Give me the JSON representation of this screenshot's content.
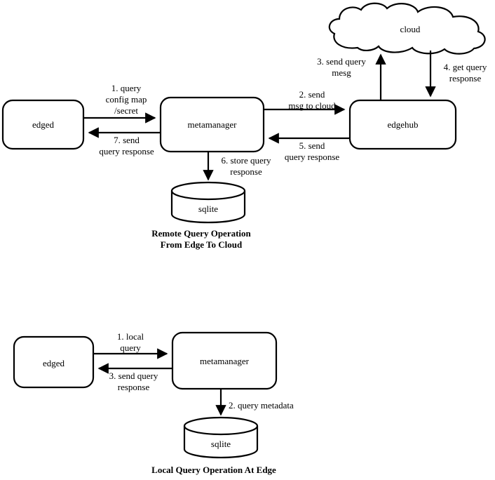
{
  "figure": {
    "background": "#ffffff",
    "stroke_color": "#000000",
    "text_color": "#000000"
  },
  "diagrams": [
    {
      "id": "remote-query",
      "caption_lines": [
        "Remote Query Operation",
        "From Edge To Cloud"
      ],
      "nodes": [
        {
          "id": "edged",
          "label": "edged",
          "shape": "rounded-box"
        },
        {
          "id": "metamanager",
          "label": "metamanager",
          "shape": "rounded-box"
        },
        {
          "id": "edgehub",
          "label": "edgehub",
          "shape": "rounded-box"
        },
        {
          "id": "cloud",
          "label": "cloud",
          "shape": "cloud"
        },
        {
          "id": "sqlite",
          "label": "sqlite",
          "shape": "cylinder"
        }
      ],
      "edges": [
        {
          "id": "e1",
          "from": "edged",
          "to": "metamanager",
          "label_lines": [
            "1. query",
            "config map",
            "/secret"
          ]
        },
        {
          "id": "e2",
          "from": "metamanager",
          "to": "edgehub",
          "label_lines": [
            "2. send",
            "msg to cloud"
          ]
        },
        {
          "id": "e3",
          "from": "edgehub",
          "to": "cloud",
          "label_lines": [
            "3. send query",
            "mesg"
          ]
        },
        {
          "id": "e4",
          "from": "cloud",
          "to": "edgehub",
          "label_lines": [
            "4. get query",
            "response"
          ]
        },
        {
          "id": "e5",
          "from": "edgehub",
          "to": "metamanager",
          "label_lines": [
            "5. send",
            "query response"
          ]
        },
        {
          "id": "e6",
          "from": "metamanager",
          "to": "sqlite",
          "label_lines": [
            "6. store query",
            "response"
          ]
        },
        {
          "id": "e7",
          "from": "metamanager",
          "to": "edged",
          "label_lines": [
            "7. send",
            "query response"
          ]
        }
      ]
    },
    {
      "id": "local-query",
      "caption_lines": [
        "Local Query Operation At Edge"
      ],
      "nodes": [
        {
          "id": "edged2",
          "label": "edged",
          "shape": "rounded-box"
        },
        {
          "id": "metamanager2",
          "label": "metamanager",
          "shape": "rounded-box"
        },
        {
          "id": "sqlite2",
          "label": "sqlite",
          "shape": "cylinder"
        }
      ],
      "edges": [
        {
          "id": "l1",
          "from": "edged2",
          "to": "metamanager2",
          "label_lines": [
            "1. local",
            "query"
          ]
        },
        {
          "id": "l2",
          "from": "metamanager2",
          "to": "sqlite2",
          "label_lines": [
            "2. query metadata"
          ]
        },
        {
          "id": "l3",
          "from": "metamanager2",
          "to": "edged2",
          "label_lines": [
            "3. send query",
            "response"
          ]
        }
      ]
    }
  ],
  "labels": {
    "top": {
      "edged": "edged",
      "metamanager": "metamanager",
      "edgehub": "edgehub",
      "cloud": "cloud",
      "sqlite": "sqlite",
      "e1_l1": "1. query",
      "e1_l2": "config map",
      "e1_l3": "/secret",
      "e2_l1": "2. send",
      "e2_l2": "msg to cloud",
      "e3_l1": "3. send query",
      "e3_l2": "mesg",
      "e4_l1": "4. get query",
      "e4_l2": "response",
      "e5_l1": "5. send",
      "e5_l2": "query response",
      "e6_l1": "6. store query",
      "e6_l2": "response",
      "e7_l1": "7. send",
      "e7_l2": "query response",
      "caption_l1": "Remote Query Operation",
      "caption_l2": "From Edge To Cloud"
    },
    "bottom": {
      "edged": "edged",
      "metamanager": "metamanager",
      "sqlite": "sqlite",
      "l1_l1": "1. local",
      "l1_l2": "query",
      "l2_l1": "2. query metadata",
      "l3_l1": "3. send query",
      "l3_l2": "response",
      "caption_l1": "Local Query Operation At Edge"
    }
  }
}
